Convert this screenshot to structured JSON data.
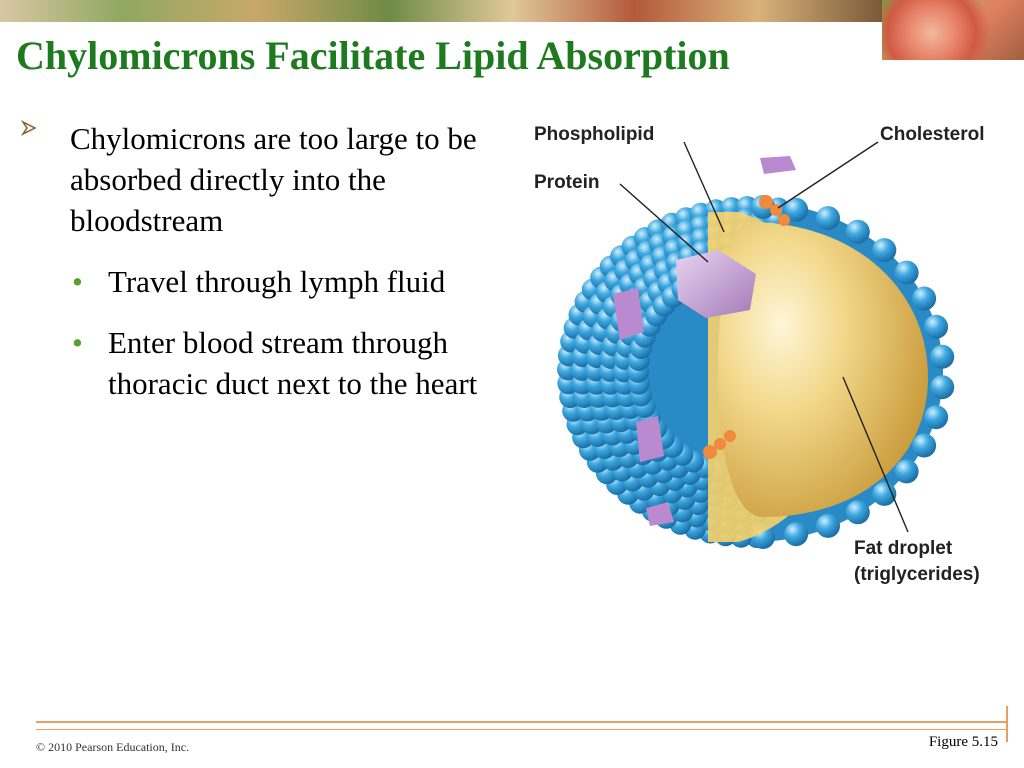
{
  "slide": {
    "title": "Chylomicrons Facilitate Lipid Absorption",
    "bullets": {
      "main": "Chylomicrons are too large to be absorbed directly into the bloodstream",
      "sub": [
        "Travel through lymph fluid",
        "Enter blood stream through thoracic duct next to the heart"
      ]
    }
  },
  "figure": {
    "labels": {
      "phospholipid": "Phospholipid",
      "cholesterol": "Cholesterol",
      "protein": "Protein",
      "fat_droplet_line1": "Fat droplet",
      "fat_droplet_line2": "(triglycerides)"
    },
    "colors": {
      "phospholipid_head": "#3fa9e0",
      "fat_droplet": "#e8c46a",
      "protein": "#c9a6d9",
      "cholesterol": "#f08a3c"
    }
  },
  "footer": {
    "copyright": "© 2010 Pearson Education, Inc.",
    "figure_number": "Figure 5.15"
  }
}
